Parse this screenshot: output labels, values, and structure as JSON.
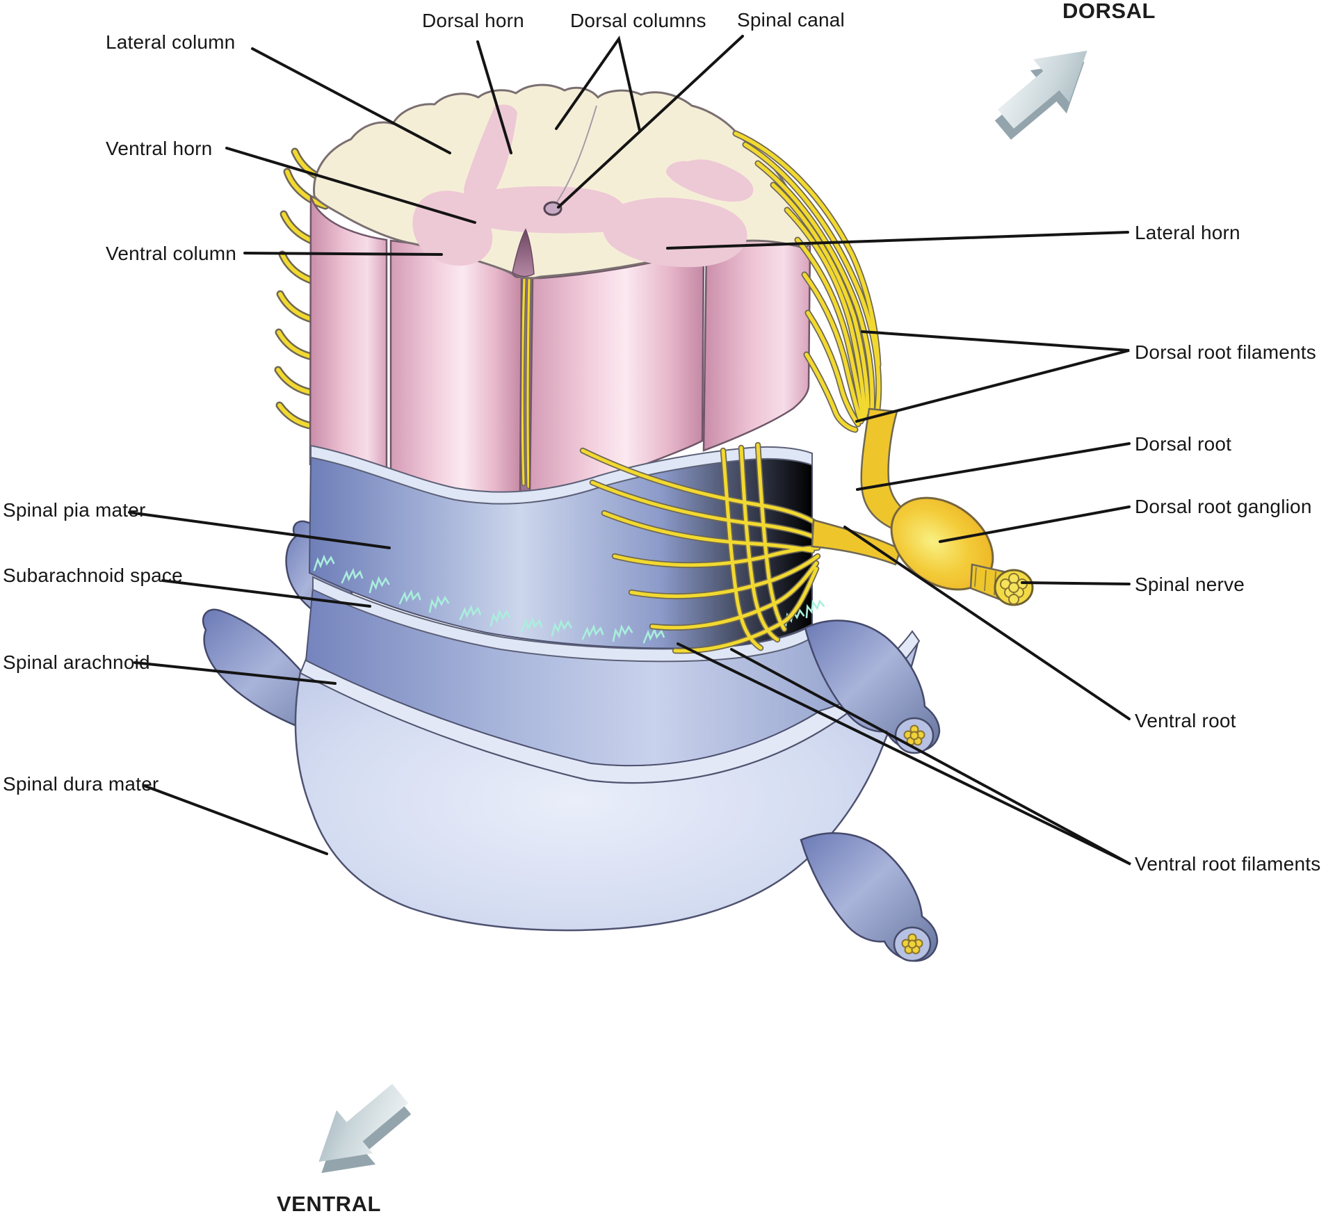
{
  "labels": {
    "lateral_column": "Lateral column",
    "ventral_horn": "Ventral horn",
    "ventral_column": "Ventral column",
    "dorsal_horn": "Dorsal horn",
    "dorsal_columns": "Dorsal columns",
    "spinal_canal": "Spinal canal",
    "lateral_horn": "Lateral horn",
    "dorsal_root_filaments": "Dorsal root filaments",
    "dorsal_root": "Dorsal root",
    "dorsal_root_ganglion": "Dorsal root ganglion",
    "spinal_nerve": "Spinal nerve",
    "ventral_root": "Ventral root",
    "ventral_root_filaments": "Ventral root filaments",
    "spinal_pia_mater": "Spinal pia mater",
    "subarachnoid_space": "Subarachnoid space",
    "spinal_arachnoid": "Spinal arachnoid",
    "spinal_dura_mater": "Spinal dura mater"
  },
  "orientation": {
    "dorsal": "DORSAL",
    "ventral": "VENTRAL"
  },
  "colors": {
    "white_matter": "#f5eed7",
    "gray_matter": "#edc8d5",
    "cord_column_pink": "#f3cfdd",
    "nerve_yellow": "#f2d930",
    "ganglion_orange": "#eeb21f",
    "pia_blue": "#8d9cc9",
    "arachnoid_blue": "#98a6d0",
    "dura_lavender": "#c7d0ea",
    "trabeculae_cyan": "#a9efdc",
    "leader_line": "#141414"
  }
}
